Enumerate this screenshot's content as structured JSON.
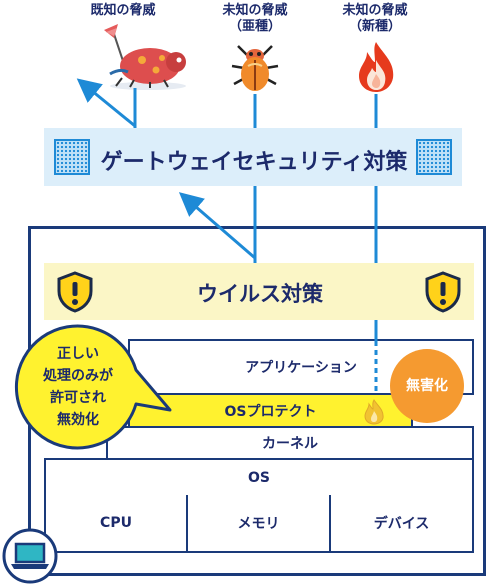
{
  "threats": [
    {
      "label": "既知の脅威",
      "icon": "bug-with-flag-icon"
    },
    {
      "label_line1": "未知の脅威",
      "label_line2": "（亜種）",
      "icon": "beetle-icon"
    },
    {
      "label_line1": "未知の脅威",
      "label_line2": "（新種）",
      "icon": "fire-icon"
    }
  ],
  "gateway": {
    "title": "ゲートウェイセキュリティ対策"
  },
  "antivirus": {
    "title": "ウイルス対策",
    "icon": "warning-shield-icon"
  },
  "layers": {
    "application": "アプリケーション",
    "os_protect": "OSプロテクト",
    "kernel": "カーネル",
    "os": "OS"
  },
  "hardware": [
    "CPU",
    "メモリ",
    "デバイス"
  ],
  "callout": {
    "lines": [
      "正しい",
      "処理のみが",
      "許可され",
      "無効化"
    ]
  },
  "harmless_badge": "無害化",
  "device_icon": "laptop-icon",
  "colors": {
    "navy": "#1a3a7a",
    "arrow_blue": "#1e8ad6",
    "gateway_bg": "#dceefa",
    "antivirus_bg": "#fbf6c6",
    "osprotect_yellow": "#fff22f",
    "harmless_orange": "#f59a30"
  }
}
